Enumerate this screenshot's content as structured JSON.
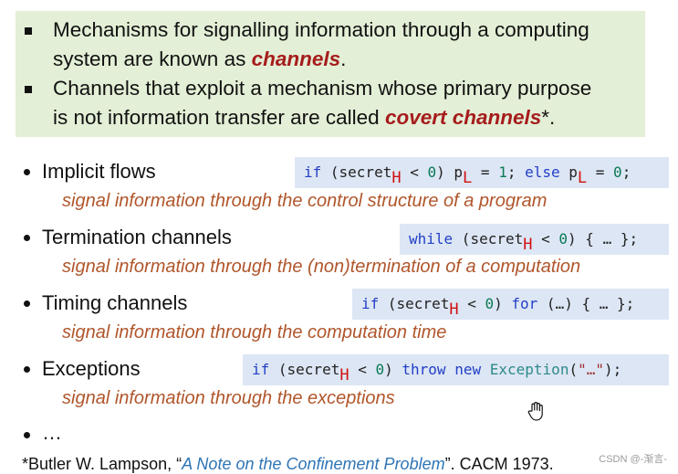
{
  "definitions": [
    {
      "line1": "Mechanisms for signalling information through a computing",
      "line2_pre": "system are known as ",
      "line2_highlight": "channels",
      "line2_post": "."
    },
    {
      "line1": "Channels that exploit a mechanism whose primary purpose",
      "line2_pre": "is not information transfer are called ",
      "line2_highlight": "covert channels",
      "line2_post": "*."
    }
  ],
  "items": [
    {
      "title": "Implicit flows",
      "subtitle": "signal information through the control structure of a program",
      "code": {
        "kw_if": "if",
        "open": " (secret",
        "sub_h": "H",
        "lt": " < ",
        "zero": "0",
        "close": ") p",
        "sub_l1": "L",
        "assign": " = ",
        "one": "1",
        "semi": "; ",
        "kw_else": "else",
        "p2": " p",
        "sub_l2": "L",
        "assign2": " = ",
        "zero2": "0",
        "end": ";"
      }
    },
    {
      "title": "Termination channels",
      "subtitle": "signal information through the (non)termination of a computation",
      "code": {
        "kw_while": "while",
        "open": " (secret",
        "sub_h": "H",
        "lt": " < ",
        "zero": "0",
        "rest": ") { … };"
      }
    },
    {
      "title": "Timing channels",
      "subtitle": "signal information through the computation time",
      "code": {
        "kw_if": "if",
        "open": " (secret",
        "sub_h": "H",
        "lt": " < ",
        "zero": "0",
        "close": ") ",
        "kw_for": "for",
        "rest": " (…) { … };"
      }
    },
    {
      "title": "Exceptions",
      "subtitle": "signal information through the exceptions",
      "code": {
        "kw_if": "if",
        "open": " (secret",
        "sub_h": "H",
        "lt": " < ",
        "zero": "0",
        "close": ") ",
        "kw_throw": "throw",
        "sp1": " ",
        "kw_new": "new",
        "sp2": " ",
        "type": "Exception",
        "paren_open": "(",
        "str": "\"…\"",
        "paren_close": ");"
      }
    }
  ],
  "ellipsis": "…",
  "footnote": {
    "star": "*",
    "author": "Butler W. Lampson, “",
    "ref_title": "A Note on the Confinement Problem",
    "post": "”. CACM 1973."
  },
  "watermark": "CSDN @-渐言-",
  "icons": {
    "cursor": "hand-cursor-icon"
  },
  "colors": {
    "definition_bg": "#e3efd6",
    "highlight": "#a61c1c",
    "subtitle": "#b0562b",
    "code_bg": "#dde6f4",
    "keyword": "#2340c7",
    "reference_link": "#2e75b6"
  }
}
